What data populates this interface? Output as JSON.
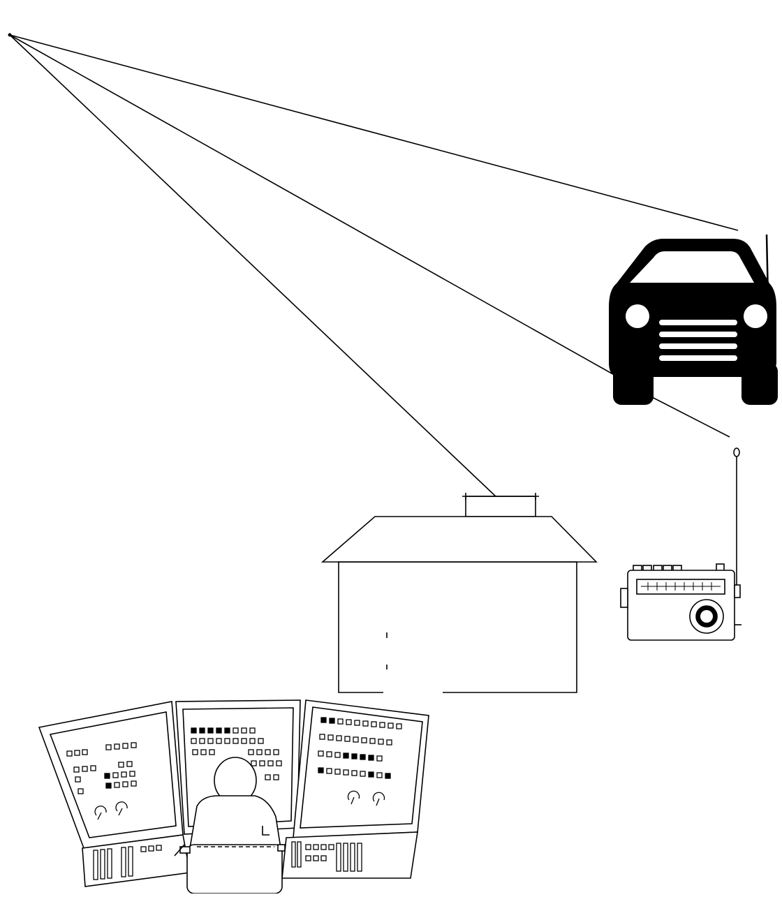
{
  "figure": {
    "kind": "patent-style line drawing",
    "text_labels": []
  },
  "nodes": [
    {
      "id": "source",
      "icon": "broadcast-origin-point"
    },
    {
      "id": "car",
      "icon": "car-icon"
    },
    {
      "id": "radio",
      "icon": "portable-radio-icon"
    },
    {
      "id": "house",
      "icon": "house-with-roof-antenna-icon"
    },
    {
      "id": "console",
      "icon": "operator-control-console-icon"
    }
  ],
  "links": [
    {
      "from": "source",
      "to": "car"
    },
    {
      "from": "source",
      "to": "radio"
    },
    {
      "from": "source",
      "to": "house"
    }
  ],
  "colors": {
    "ink": "#000000",
    "paper": "#ffffff"
  }
}
